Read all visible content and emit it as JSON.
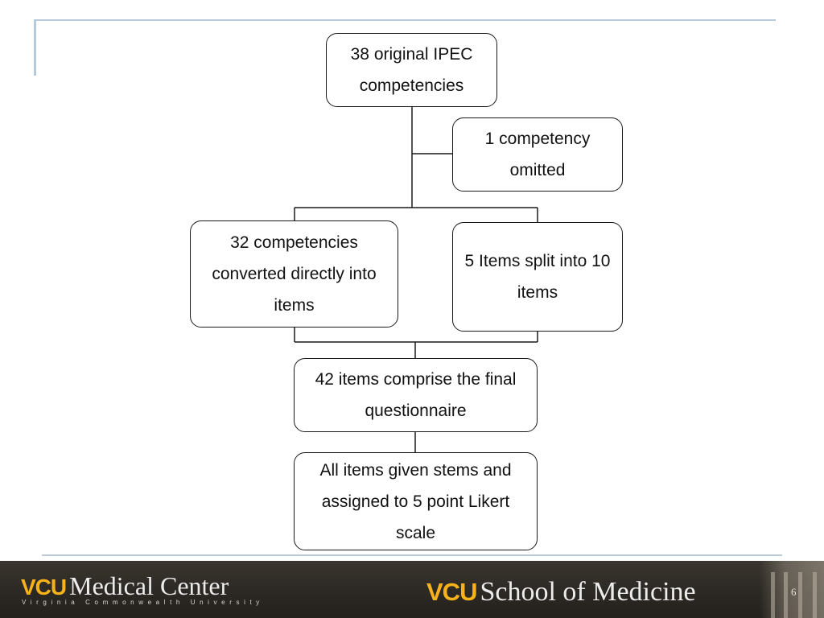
{
  "diagram": {
    "nodes": {
      "ipec": "38 original IPEC competencies",
      "omitted": "1 competency omitted",
      "converted": "32 competencies converted directly into items",
      "split": "5 Items split into 10 items",
      "final": "42 items comprise the final questionnaire",
      "likert": "All items given stems and assigned to 5 point Likert scale"
    },
    "edges": [
      {
        "from": "ipec",
        "to": "omitted"
      },
      {
        "from": "ipec",
        "to": "converted"
      },
      {
        "from": "ipec",
        "to": "split"
      },
      {
        "from": "converted",
        "to": "final"
      },
      {
        "from": "split",
        "to": "final"
      },
      {
        "from": "final",
        "to": "likert"
      }
    ]
  },
  "footer": {
    "left_logo_mark": "VCU",
    "left_logo_name": "Medical Center",
    "left_logo_sub": "Virginia Commonwealth University",
    "right_logo_mark": "VCU",
    "right_logo_name": "School of Medicine",
    "page_number": "6"
  },
  "colors": {
    "rule": "#b8c9da",
    "footer_bg": "#2c2823",
    "vcu_gold": "#f6b21b"
  }
}
